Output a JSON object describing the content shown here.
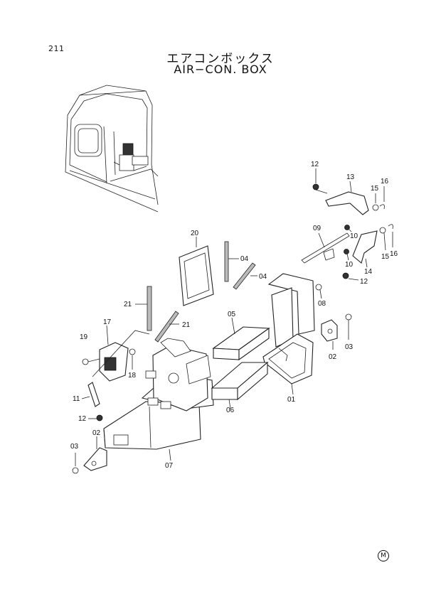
{
  "page_number": "211",
  "title_jp": "エアコンボックス",
  "title_en": "AIR−CON. BOX",
  "corner_mark": "M",
  "part_labels": {
    "p01": "01",
    "p02a": "02",
    "p02b": "02",
    "p03a": "03",
    "p03b": "03",
    "p04a": "04",
    "p04b": "04",
    "p05": "05",
    "p06": "06",
    "p07": "07",
    "p08": "08",
    "p09": "09",
    "p10a": "10",
    "p10b": "10",
    "p11": "11",
    "p12a": "12",
    "p12b": "12",
    "p12c": "12",
    "p13": "13",
    "p14": "14",
    "p15a": "15",
    "p15b": "15",
    "p16a": "16",
    "p16b": "16",
    "p17": "17",
    "p18": "18",
    "p19": "19",
    "p20": "20",
    "p21a": "21",
    "p21b": "21"
  }
}
